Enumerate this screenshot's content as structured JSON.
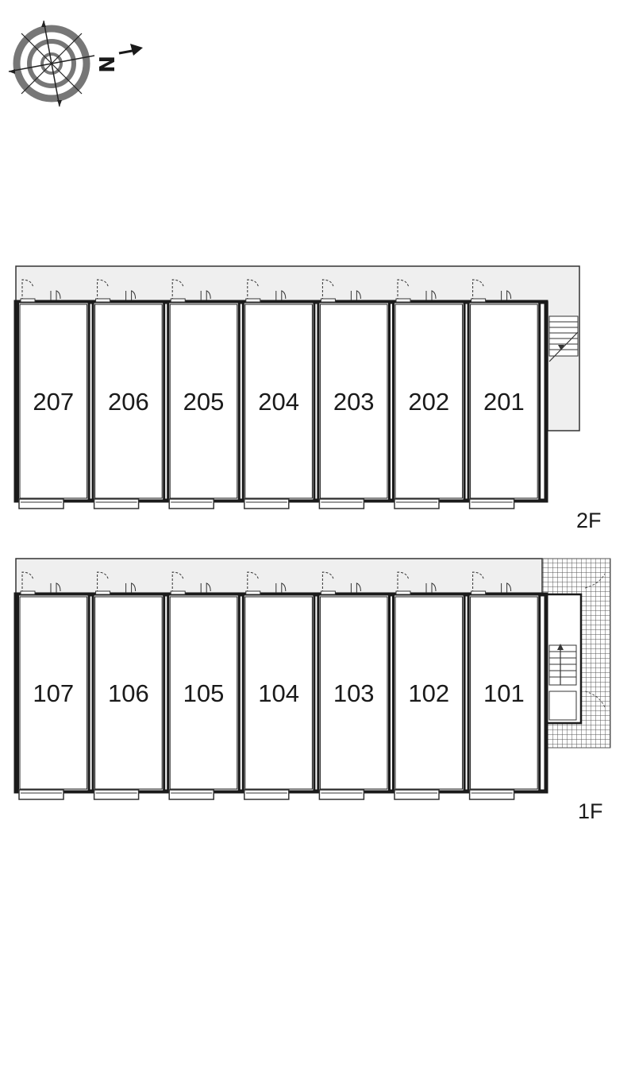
{
  "compass": {
    "icon": "compass-rose-icon",
    "north_letter": "N"
  },
  "floors": [
    {
      "id": "2F",
      "label": "2F",
      "units": [
        "207",
        "206",
        "205",
        "204",
        "203",
        "202",
        "201"
      ]
    },
    {
      "id": "1F",
      "label": "1F",
      "units": [
        "107",
        "106",
        "105",
        "104",
        "103",
        "102",
        "101"
      ]
    }
  ],
  "colors": {
    "wall": "#1a1a1a",
    "corridor": "#efefef",
    "hatch": "#555555"
  }
}
